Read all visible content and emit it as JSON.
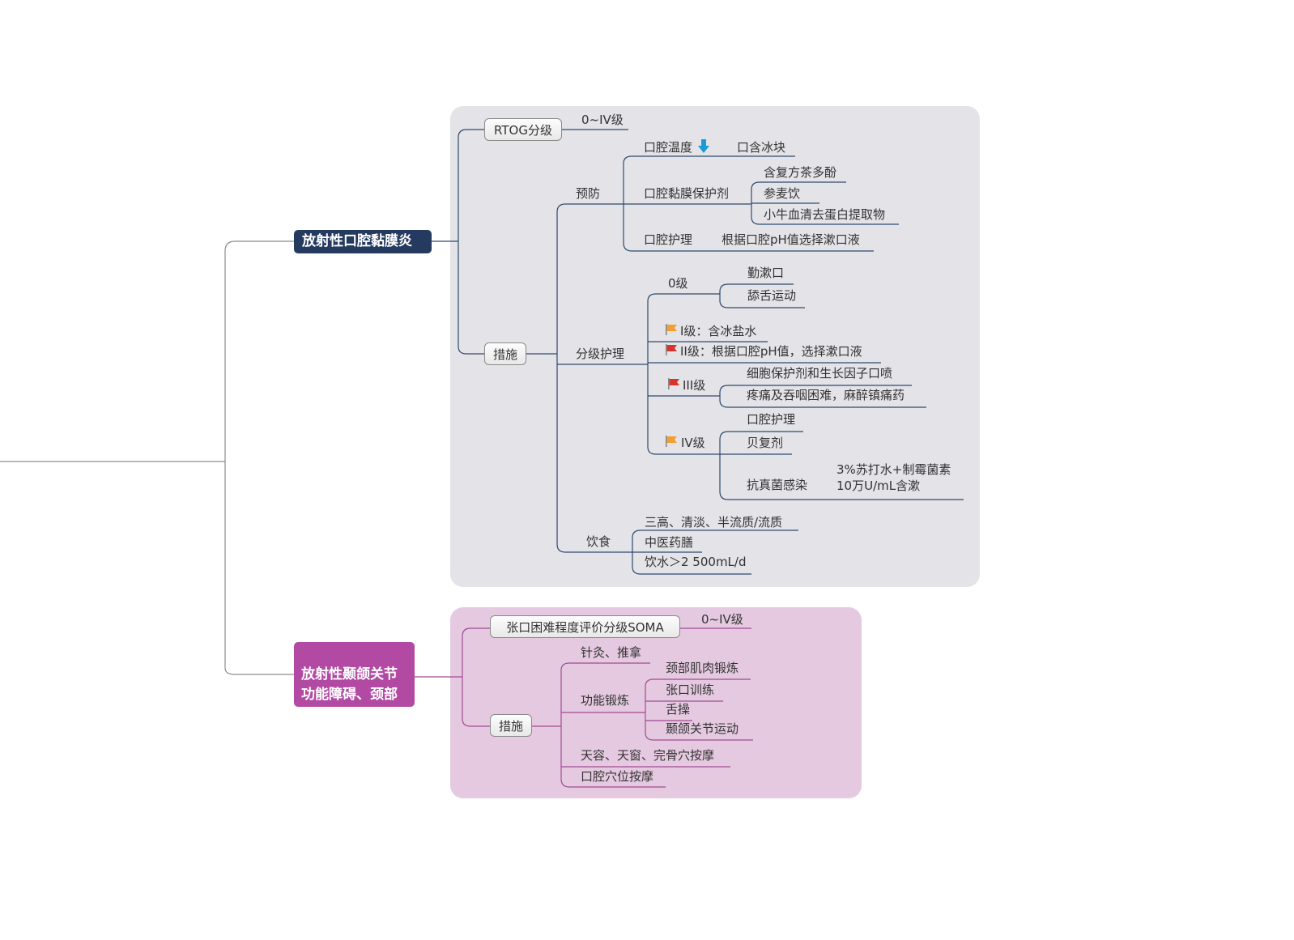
{
  "colors": {
    "panel1_bg": "#e3e3e8",
    "panel2_bg": "#e5c9e0",
    "topic1_bg": "#243a5e",
    "topic2_bg": "#b24aa3",
    "line_gray": "#8c8c8c",
    "line_navy": "#2f4a6e",
    "line_purple": "#a04c93",
    "flag_orange": "#f0a030",
    "flag_red": "#d9342b",
    "arrow_blue": "#1a9ad6"
  },
  "topic1": {
    "label": "放射性口腔黏膜炎",
    "rtog": {
      "label": "RTOG分级",
      "value": "0~IV级"
    },
    "measures": {
      "label": "措施",
      "prevention": {
        "label": "预防",
        "temp": {
          "label": "口腔温度",
          "icon": "arrow-down-icon",
          "action": "口含冰块"
        },
        "protectant": {
          "label": "口腔黏膜保护剂",
          "items": [
            "含复方茶多酚",
            "参麦饮",
            "小牛血清去蛋白提取物"
          ]
        },
        "oralcare": {
          "label": "口腔护理",
          "detail": "根据口腔pH值选择漱口液"
        }
      },
      "graded": {
        "label": "分级护理",
        "grade0": {
          "label": "0级",
          "items": [
            "勤漱口",
            "舔舌运动"
          ]
        },
        "grade1": {
          "label": "I级：含冰盐水",
          "flag": "orange-flag-icon"
        },
        "grade2": {
          "label": "II级：根据口腔pH值，选择漱口液",
          "flag": "red-flag-icon"
        },
        "grade3": {
          "label": "III级",
          "flag": "red-flag-icon",
          "items": [
            "细胞保护剂和生长因子口喷",
            "疼痛及吞咽困难，麻醉镇痛药"
          ]
        },
        "grade4": {
          "label": "IV级",
          "flag": "orange-flag-icon",
          "items": [
            "口腔护理",
            "贝复剂"
          ],
          "antifungal": {
            "label": "抗真菌感染",
            "detail": "3%苏打水+制霉菌素\n10万U/mL含漱"
          }
        }
      },
      "diet": {
        "label": "饮食",
        "items": [
          "三高、清淡、半流质/流质",
          "中医药膳",
          "饮水＞2 500mL/d"
        ]
      }
    }
  },
  "topic2": {
    "label": "放射性颞颌关节\n功能障碍、颈部\n强直",
    "soma": {
      "label": "张口困难程度评价分级SOMA",
      "value": "0~IV级"
    },
    "measures": {
      "label": "措施",
      "acupuncture": "针灸、推拿",
      "exercise": {
        "label": "功能锻炼",
        "items": [
          "颈部肌肉锻炼",
          "张口训练",
          "舌操",
          "颞颌关节运动"
        ]
      },
      "massage1": "天容、天窗、完骨穴按摩",
      "massage2": "口腔穴位按摩"
    }
  }
}
